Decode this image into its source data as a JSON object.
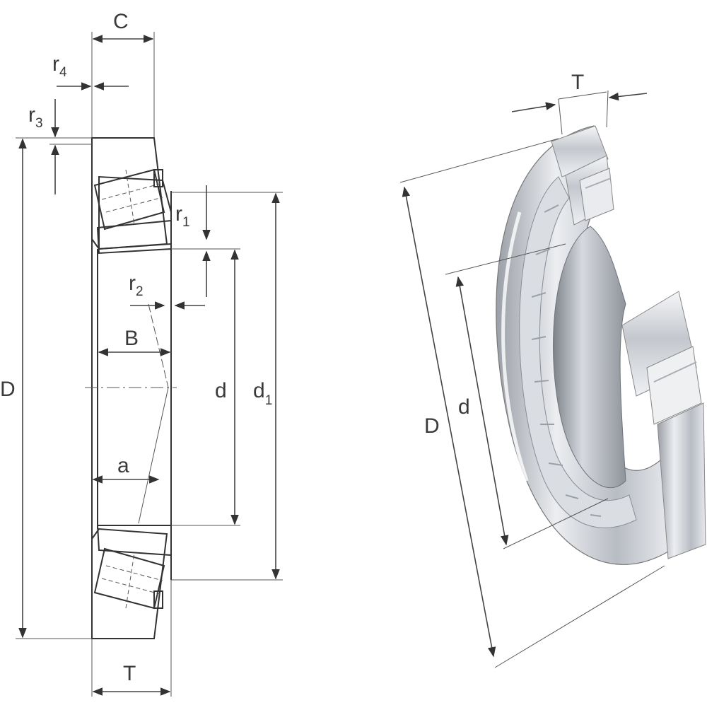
{
  "section_view": {
    "labels": {
      "C": "C",
      "r4": "r",
      "r4_sub": "4",
      "r3": "r",
      "r3_sub": "3",
      "r1": "r",
      "r1_sub": "1",
      "r2": "r",
      "r2_sub": "2",
      "B": "B",
      "D": "D",
      "d": "d",
      "d1": "d",
      "d1_sub": "1",
      "a": "a",
      "T": "T"
    }
  },
  "perspective_view": {
    "labels": {
      "T": "T",
      "D": "D",
      "d": "d"
    }
  },
  "colors": {
    "line": "#333333",
    "hatch": "#666666",
    "steel_light": "#f2f3f5",
    "steel_mid": "#c9ccd2",
    "steel_dark": "#8d9199"
  }
}
